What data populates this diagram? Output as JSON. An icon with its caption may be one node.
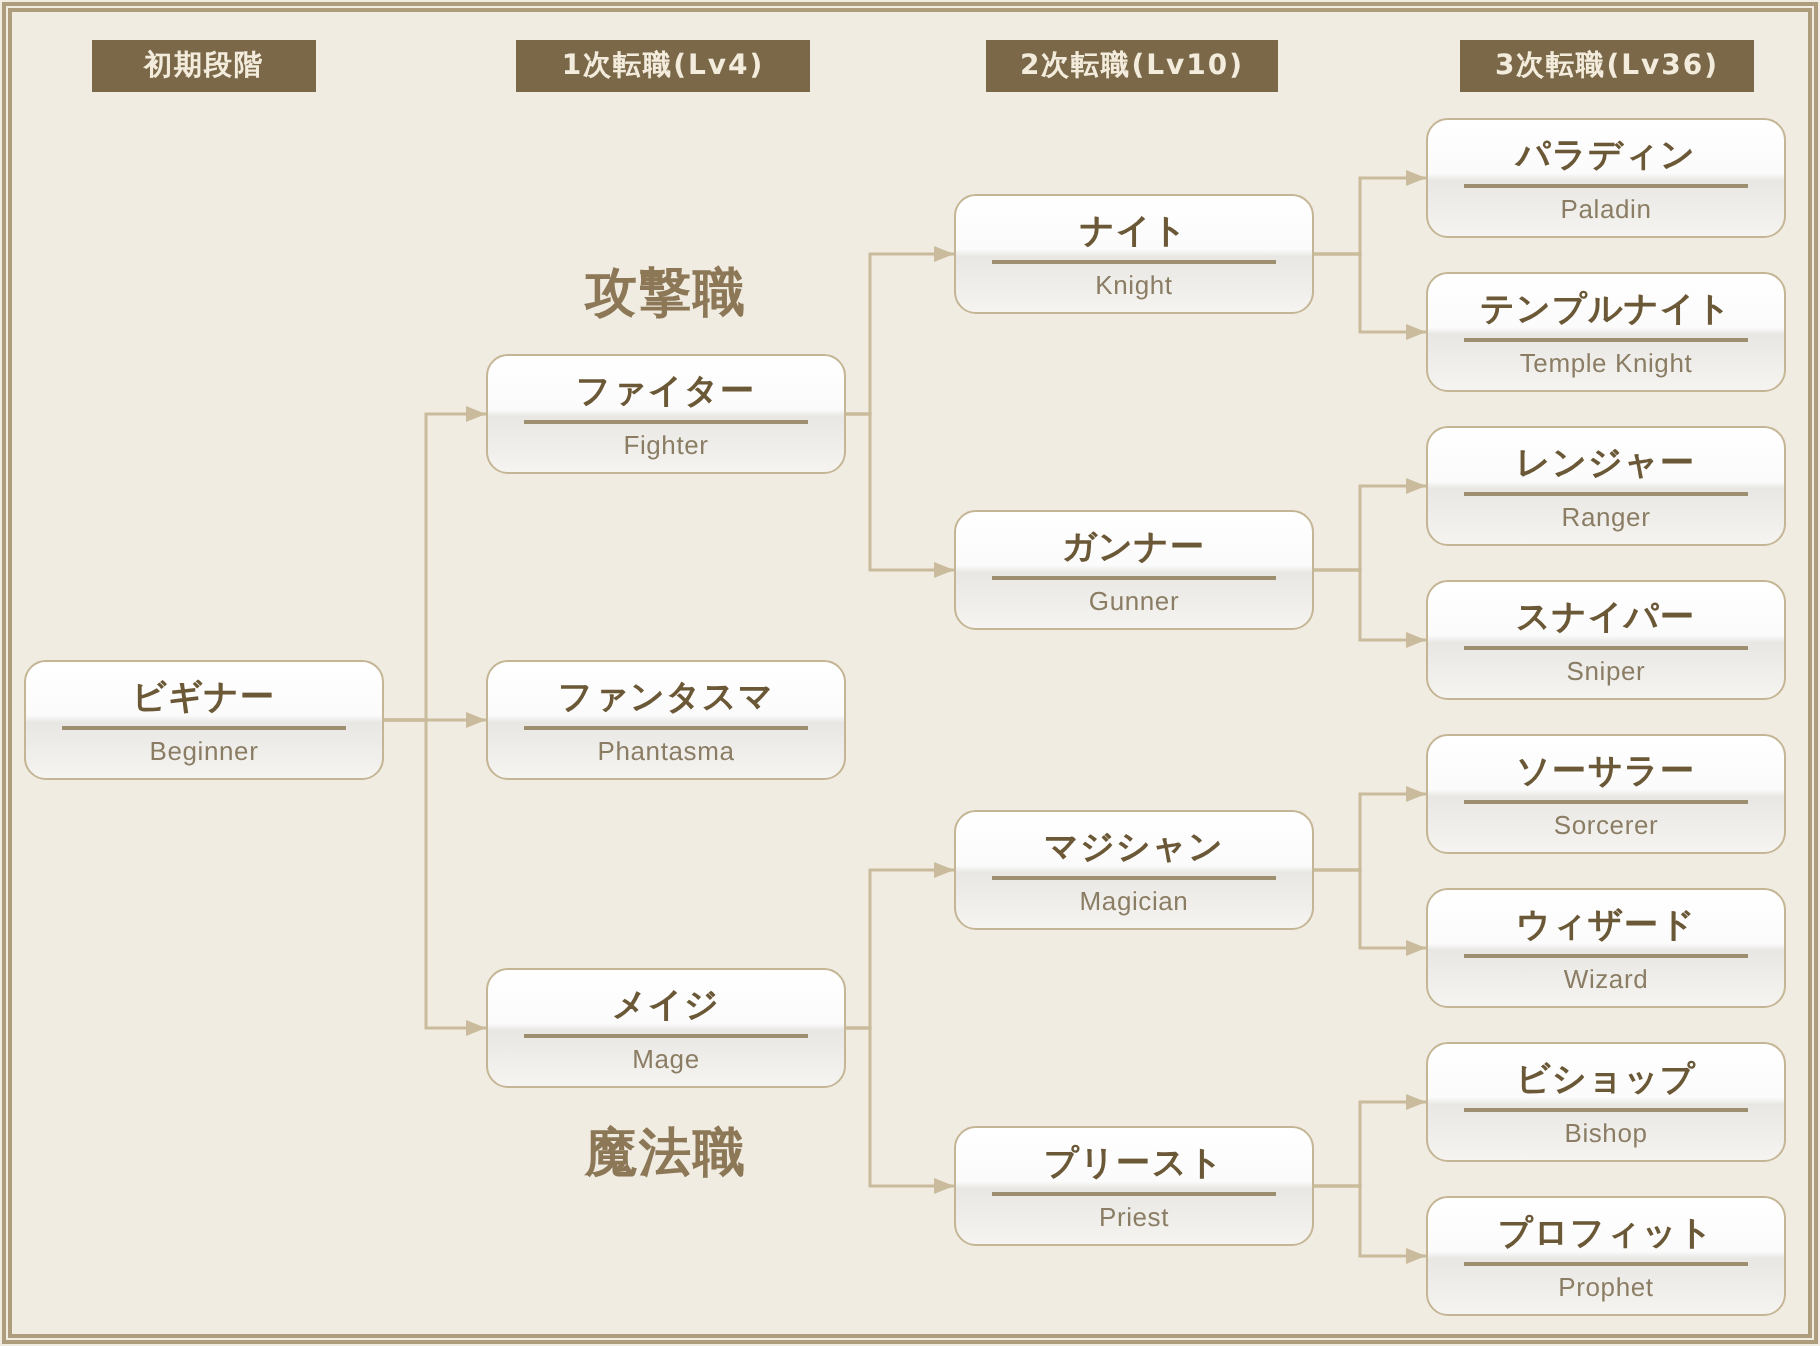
{
  "diagram": {
    "nodes": [
      {
        "text": [
          "初期段階"
        ]
      },
      {
        "text": [
          "1次転職(Lv4)"
        ]
      },
      {
        "text": [
          "2次転職(Lv10)"
        ]
      },
      {
        "text": [
          "3次転職(Lv36)"
        ]
      },
      {
        "text": [
          "ビギナー",
          "Beginner"
        ]
      },
      {
        "text": [
          "ファイター",
          "Fighter"
        ],
        "beside": [
          "攻撃職"
        ]
      },
      {
        "text": [
          "ファンタスマ",
          "Phantasma"
        ]
      },
      {
        "text": [
          "メイジ",
          "Mage"
        ],
        "beside": [
          "魔法職"
        ]
      },
      {
        "text": [
          "ナイト",
          "Knight"
        ]
      },
      {
        "text": [
          "ガンナー",
          "Gunner"
        ]
      },
      {
        "text": [
          "マジシャン",
          "Magician"
        ]
      },
      {
        "text": [
          "プリースト",
          "Priest"
        ]
      },
      {
        "text": [
          "パラディン",
          "Paladin"
        ]
      },
      {
        "text": [
          "テンプルナイト",
          "Temple Knight"
        ]
      },
      {
        "text": [
          "レンジャー",
          "Ranger"
        ]
      },
      {
        "text": [
          "スナイパー",
          "Sniper"
        ]
      },
      {
        "text": [
          "ソーサラー",
          "Sorcerer"
        ]
      },
      {
        "text": [
          "ウィザード",
          "Wizard"
        ]
      },
      {
        "text": [
          "ビショップ",
          "Bishop"
        ]
      },
      {
        "text": [
          "プロフィット",
          "Prophet"
        ]
      }
    ],
    "edges": [
      {
        "from": 4,
        "to": 5,
        "arrow": "to"
      },
      {
        "from": 4,
        "to": 6,
        "arrow": "to"
      },
      {
        "from": 4,
        "to": 7,
        "arrow": "to"
      },
      {
        "from": 5,
        "to": 8,
        "arrow": "to"
      },
      {
        "from": 5,
        "to": 9,
        "arrow": "to"
      },
      {
        "from": 7,
        "to": 10,
        "arrow": "to"
      },
      {
        "from": 7,
        "to": 11,
        "arrow": "to"
      },
      {
        "from": 8,
        "to": 12,
        "arrow": "to"
      },
      {
        "from": 8,
        "to": 13,
        "arrow": "to"
      },
      {
        "from": 9,
        "to": 14,
        "arrow": "to"
      },
      {
        "from": 9,
        "to": 15,
        "arrow": "to"
      },
      {
        "from": 10,
        "to": 16,
        "arrow": "to"
      },
      {
        "from": 10,
        "to": 17,
        "arrow": "to"
      },
      {
        "from": 11,
        "to": 18,
        "arrow": "to"
      },
      {
        "from": 11,
        "to": 19,
        "arrow": "to"
      }
    ]
  }
}
